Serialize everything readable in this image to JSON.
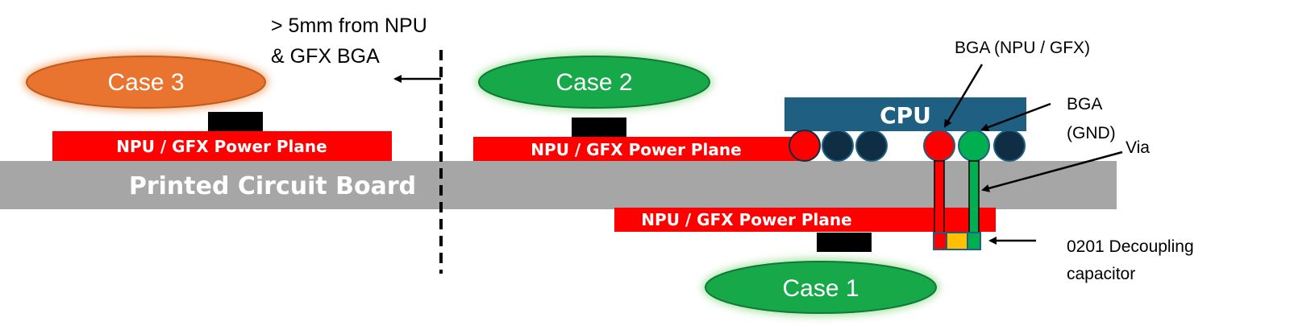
{
  "board": {
    "label": "Printed Circuit Board"
  },
  "planes": {
    "left": "NPU / GFX Power Plane",
    "middle": "NPU / GFX Power Plane",
    "bottom": "NPU / GFX Power Plane"
  },
  "cases": {
    "case3": "Case 3",
    "case2": "Case 2",
    "case1": "Case 1"
  },
  "distance_note": {
    "line1": "> 5mm from NPU",
    "line2": "& GFX BGA"
  },
  "cpu": {
    "label": "CPU"
  },
  "callouts": {
    "bga_npu": "BGA (NPU / GFX)",
    "bga_gnd_line1": "BGA",
    "bga_gnd_line2": "(GND)",
    "via": "Via",
    "decap_line1": "0201 Decoupling",
    "decap_line2": "capacitor"
  },
  "colors": {
    "power_plane": "#ff0000",
    "board": "#a6a6a6",
    "cpu": "#1f5f82",
    "case_ok": "#17a84a",
    "case_bad": "#e8742f",
    "ground_ball": "#00b050",
    "dark_ball": "#0f2e44",
    "capacitor": "#ffc000"
  }
}
